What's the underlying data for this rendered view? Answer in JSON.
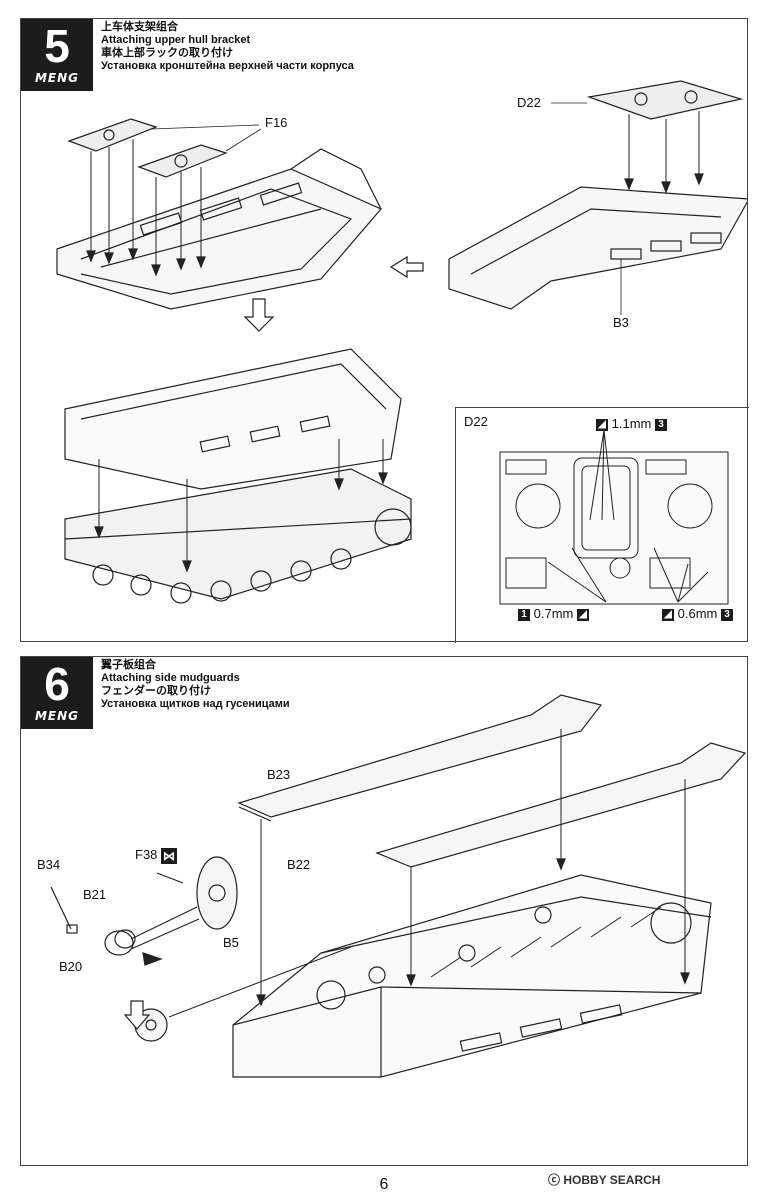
{
  "step5": {
    "number": "5",
    "brand": "MENG",
    "title_cn": "上车体支架组合",
    "title_en": "Attaching upper hull bracket",
    "title_jp": "車体上部ラックの取り付け",
    "title_ru": "Установка кронштейна верхней части корпуса",
    "labels": {
      "f16": "F16",
      "d22": "D22",
      "b3": "B3"
    },
    "detail": {
      "title": "D22",
      "callout_top": "1.1mm",
      "callout_top_count": "3",
      "callout_left": "0.7mm",
      "callout_left_count": "1",
      "callout_right": "0.6mm",
      "callout_right_count": "3"
    }
  },
  "step6": {
    "number": "6",
    "brand": "MENG",
    "title_cn": "翼子板组合",
    "title_en": "Attaching side mudguards",
    "title_jp": "フェンダーの取り付け",
    "title_ru": "Установка щитков над гусеницами",
    "labels": {
      "b23": "B23",
      "b22": "B22",
      "f38": "F38",
      "b34": "B34",
      "b21": "B21",
      "b20": "B20",
      "b5": "B5"
    }
  },
  "page_number": "6",
  "watermark": "HOBBY SEARCH"
}
